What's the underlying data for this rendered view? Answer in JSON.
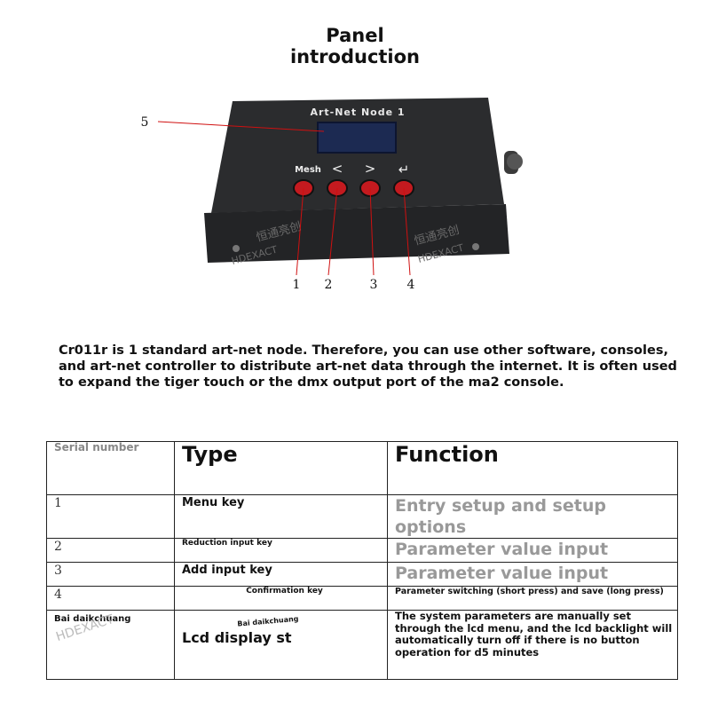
{
  "header": {
    "title_line1": "Panel",
    "title_line2": "introduction"
  },
  "device": {
    "label": "Art-Net Node 1",
    "buttons": [
      "Mesh",
      "<",
      ">",
      "↵"
    ],
    "callouts": [
      "1",
      "2",
      "3",
      "4",
      "5"
    ],
    "watermark_cn": "恒通亮创",
    "watermark_en": "HDEXACT"
  },
  "description": "Cr011r is 1 standard art-net node. Therefore, you can use other software, consoles, and art-net controller to distribute art-net data through the internet. It is often used to expand the tiger touch or the dmx output port of the ma2 console.",
  "table": {
    "headers": [
      "Serial number",
      "Type",
      "Function"
    ],
    "rows": [
      {
        "serial": "1",
        "type": "Menu key",
        "function": "Entry setup and setup options"
      },
      {
        "serial": "2",
        "type": "Reduction input key",
        "function": "Parameter value input"
      },
      {
        "serial": "3",
        "type": "Add input key",
        "function": "Parameter value input"
      },
      {
        "serial": "4",
        "type": "Confirmation key",
        "function": "Parameter switching (short press) and save (long press)"
      },
      {
        "serial": "Bai daikchuang",
        "serial_note": "Bai daikchuang",
        "type": "Lcd display st",
        "function": "The system parameters are manually set through the lcd menu, and the lcd backlight will automatically turn off if there is no button operation for d5 minutes"
      }
    ]
  },
  "colors": {
    "device_body": "#2b2c2e",
    "button_red": "#c41a1f",
    "lcd": "#1c2a52",
    "callout_line": "#d01010"
  }
}
